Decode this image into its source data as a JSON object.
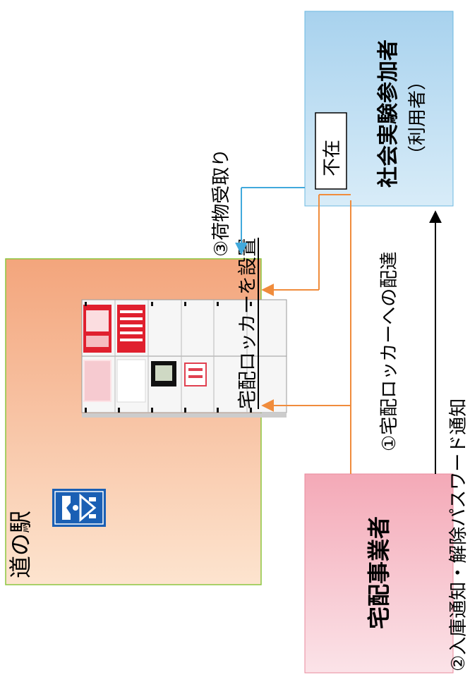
{
  "station": {
    "title": "道の駅",
    "locker_caption": "宅配ロッカーを設置"
  },
  "participant": {
    "line1": "社会実験参加者",
    "line2": "（利用者）",
    "absent_label": "不在"
  },
  "courier": {
    "label": "宅配事業者"
  },
  "flows": {
    "delivery": "①宅配ロッカーへの配達",
    "notify": "②入庫通知・解除パスワード通知",
    "pickup": "③荷物受取り"
  },
  "colors": {
    "orange": "#f08c3c",
    "blue": "#41a9dc",
    "black": "#000000",
    "station_border": "#8cc63f",
    "participant_fill": "#a8d2ee",
    "courier_fill": "#f4a9b7"
  },
  "icons": {
    "station_sign": "roadside-station-sign-icon"
  }
}
